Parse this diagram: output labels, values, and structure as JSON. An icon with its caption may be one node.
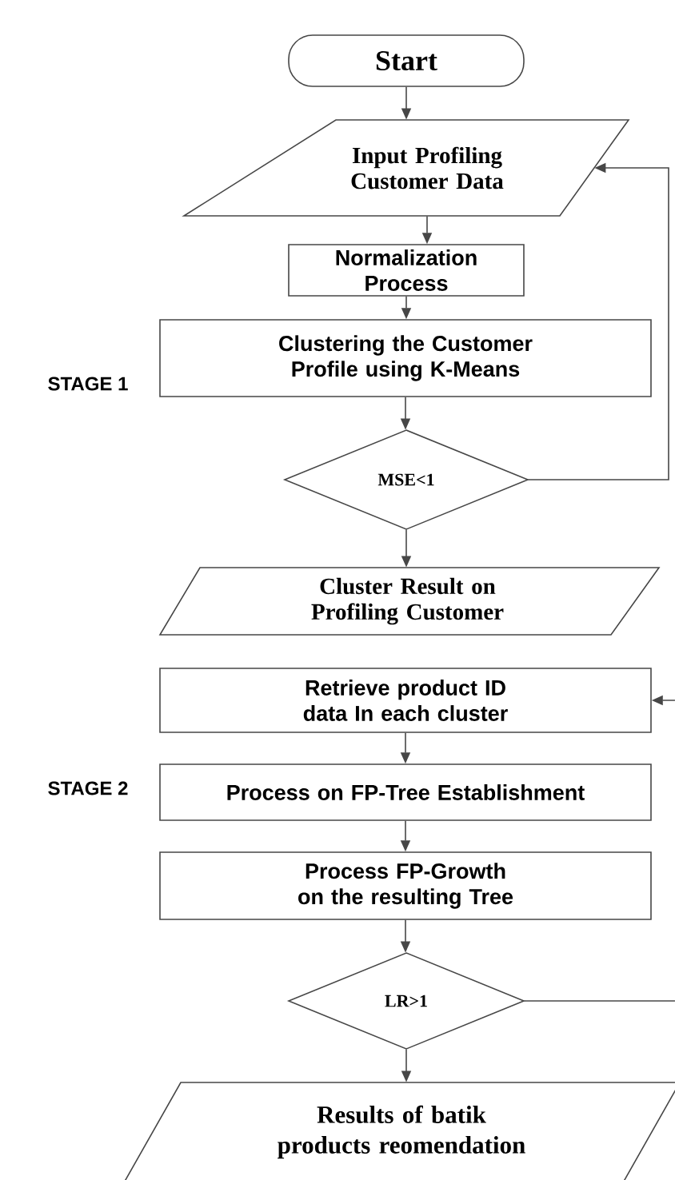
{
  "diagram": {
    "nodes": [
      {
        "text": [
          "Start"
        ]
      },
      {
        "text": [
          "Input Profiling Customer Data"
        ]
      },
      {
        "text": [
          "Normalization Process"
        ]
      },
      {
        "text": [
          "Clustering the Customer Profile using K-Means"
        ]
      },
      {
        "text": [
          "MSE<1"
        ]
      },
      {
        "text": [
          "Cluster Result on Profiling Customer"
        ]
      },
      {
        "text": [
          "Retrieve product ID data In each cluster"
        ]
      },
      {
        "text": [
          "Process on FP-Tree Establishment"
        ]
      },
      {
        "text": [
          "Process FP-Growth on the resulting Tree"
        ]
      },
      {
        "text": [
          "LR>1"
        ]
      },
      {
        "text": [
          "Results of batik products reomendation"
        ]
      }
    ],
    "edges": [
      {
        "from": 0,
        "to": 1,
        "arrow": "to"
      },
      {
        "from": 1,
        "to": 2,
        "arrow": "to"
      },
      {
        "from": 2,
        "to": 3,
        "arrow": "to"
      },
      {
        "from": 3,
        "to": 4,
        "arrow": "to"
      },
      {
        "from": 4,
        "to": 1,
        "arrow": "to"
      },
      {
        "from": 4,
        "to": 5,
        "arrow": "to"
      },
      {
        "from": 6,
        "to": 7,
        "arrow": "to"
      },
      {
        "from": 7,
        "to": 8,
        "arrow": "to"
      },
      {
        "from": 8,
        "to": 9,
        "arrow": "to"
      },
      {
        "from": 9,
        "to": 10,
        "arrow": "to"
      },
      {
        "from": 9,
        "to": null,
        "arrow": "none"
      },
      {
        "from": null,
        "to": 6,
        "arrow": "to"
      }
    ],
    "labels": [
      "STAGE 1",
      "STAGE 2"
    ]
  }
}
